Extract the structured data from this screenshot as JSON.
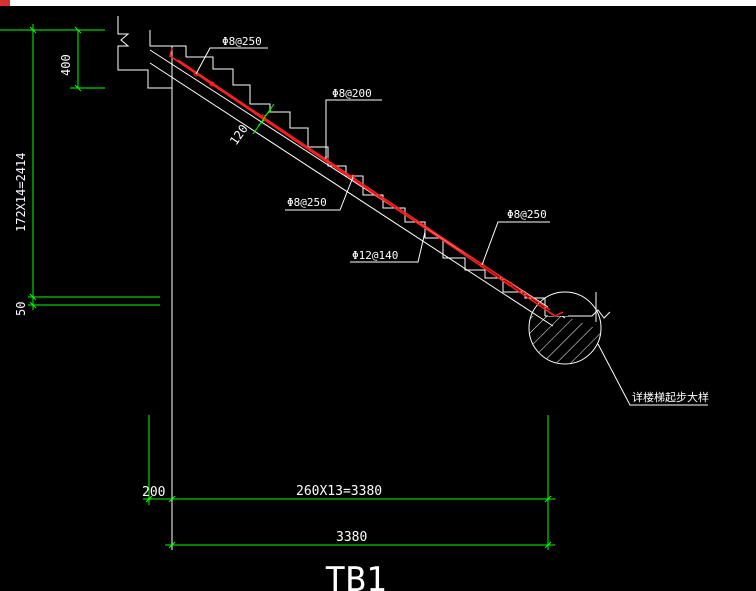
{
  "drawing": {
    "title": "TB1",
    "colors": {
      "background": "#000000",
      "structure": "#ffffff",
      "dimension": "#00ff00",
      "rebar": "#ff2020"
    },
    "dimensions": {
      "landing_height": "400",
      "vertical_total": "172X14=2414",
      "bottom_offset": "50",
      "slab_thickness": "120",
      "left_offset": "200",
      "steps_horizontal": "260X13=3380",
      "total_horizontal": "3380"
    },
    "rebar_labels": {
      "top_left": "Φ8@250",
      "top_middle": "Φ8@200",
      "middle_left": "Φ8@250",
      "main_bar": "Φ12@140",
      "right": "Φ8@250"
    },
    "detail_note": "详楼梯起步大样"
  }
}
